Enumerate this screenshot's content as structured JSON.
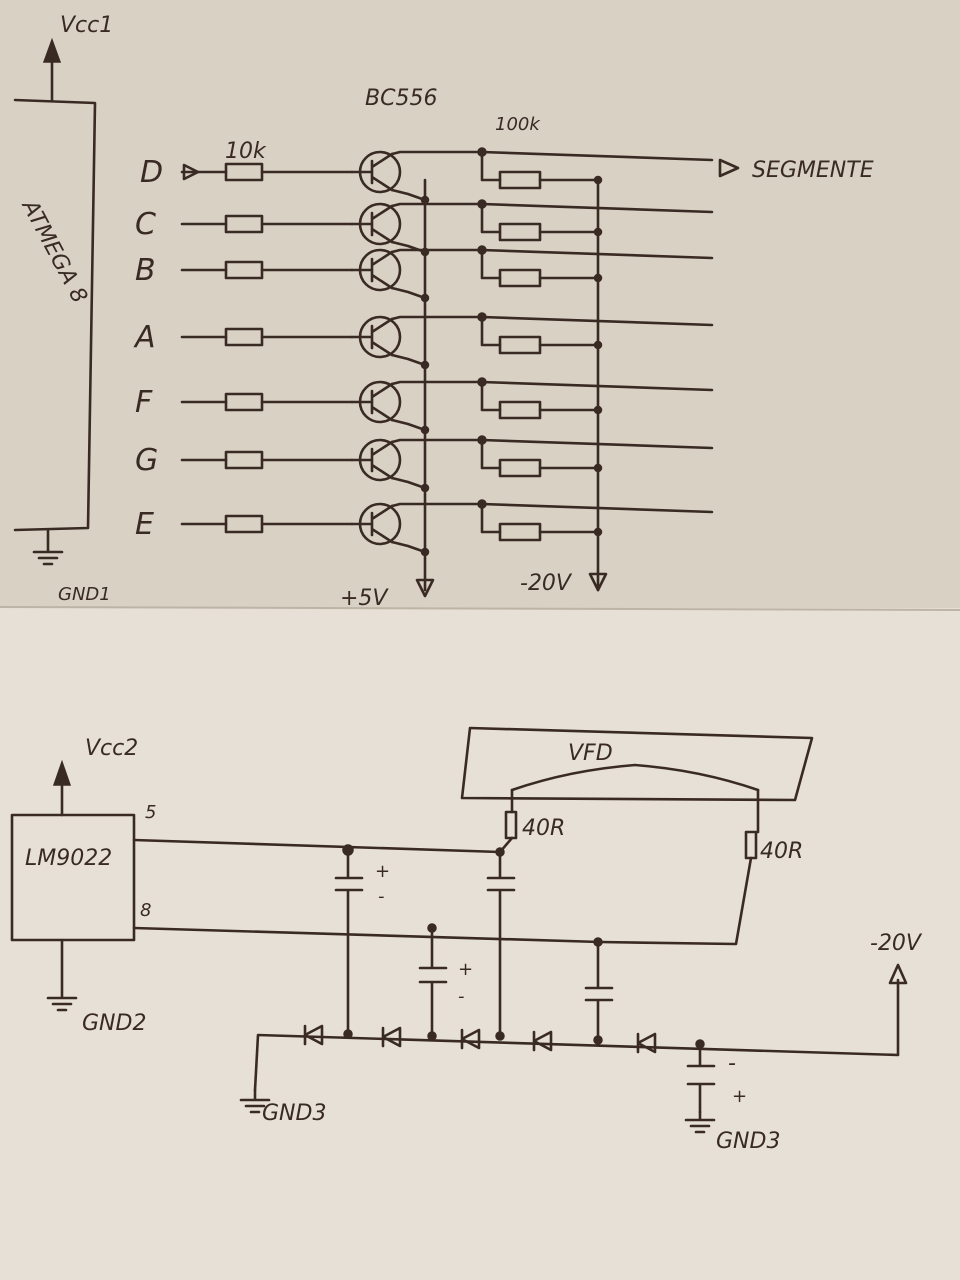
{
  "top": {
    "vcc": "Vcc1",
    "mcu": "ATMEGA 8",
    "gnd": "GND1",
    "transistor": "BC556",
    "base_resistor": "10k",
    "pull_resistor": "100k",
    "output": "SEGMENTE",
    "supply_pos": "+5V",
    "supply_neg": "-20V",
    "segments": [
      "D",
      "C",
      "B",
      "A",
      "F",
      "G",
      "E"
    ]
  },
  "bottom": {
    "vcc": "Vcc2",
    "ic": "LM9022",
    "pin_top": "5",
    "pin_bottom": "8",
    "gnd_ic": "GND2",
    "display": "VFD",
    "res_left": "40R",
    "res_right": "40R",
    "supply": "-20V",
    "gnd_left": "GND3",
    "gnd_right": "GND3",
    "cap_plus": "+",
    "cap_minus": "-"
  },
  "colors": {
    "ink": "#3a2a24",
    "paper_top": "#d8d1c4",
    "paper_bottom": "#e6e0d6"
  }
}
